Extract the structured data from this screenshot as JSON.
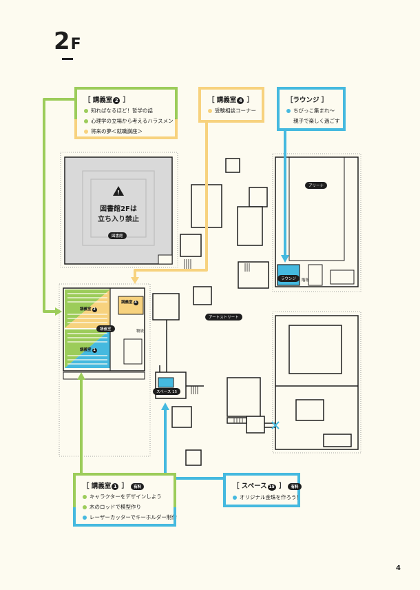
{
  "page": {
    "floor_main": "2",
    "floor_suffix": "F",
    "page_number": "4"
  },
  "colors": {
    "green": "#9ccc5a",
    "yellow": "#f7d27e",
    "blue": "#45b9df",
    "ink": "#1e1e1e",
    "library_gray": "#d9d9d9"
  },
  "boxes": {
    "room2": {
      "title": "［ 講義室",
      "num": "2",
      "title_end": " ］",
      "items": [
        {
          "text": "知ればなるほど！哲学の話",
          "color": "green"
        },
        {
          "text": "心理学の立場から考えるハラスメント",
          "color": "green"
        },
        {
          "text": "将来の夢＜就職講座＞",
          "color": "yellow"
        }
      ]
    },
    "room4": {
      "title": "［ 講義室",
      "num": "4",
      "title_end": " ］",
      "items": [
        {
          "text": "受験相談コーナー",
          "color": "yellow"
        }
      ]
    },
    "lounge": {
      "title": "［ラウンジ ］",
      "items": [
        {
          "text": "ちびっこ集まれ～",
          "color": "blue"
        },
        {
          "text": "親子で楽しく過ごす",
          "color": "none"
        }
      ]
    },
    "room1": {
      "title": "［ 講義室",
      "num": "1",
      "title_end": " ］",
      "badge": "有料",
      "items": [
        {
          "text": "キャラクターをデザインしよう",
          "color": "green"
        },
        {
          "text": "木のロッドで模型作り",
          "color": "green"
        },
        {
          "text": "レーザーカッターでキーホルダー制作",
          "color": "blue"
        }
      ]
    },
    "space15": {
      "title": "［ スペース",
      "num": "15",
      "title_end": " ］",
      "badge": "有料",
      "items": [
        {
          "text": "オリジナル金珠を作ろう！",
          "color": "blue"
        }
      ]
    }
  },
  "map": {
    "library_notice_line1": "図書館2Fは",
    "library_notice_line2": "立ち入り禁止",
    "library_tag": "図書館",
    "arena": "アリーナ",
    "lounge_tag": "ラウンジ",
    "stairs": "階段",
    "art_street": "アートストリート",
    "room2_tag": "講義室",
    "room2_tag_num": "2",
    "room4_tag": "講義室",
    "room4_tag_num": "4",
    "room_main": "講義室",
    "room1_tag": "講義室",
    "room1_tag_num": "1",
    "storage": "物流",
    "space_tag": "スペース",
    "space_tag_num": "15"
  }
}
